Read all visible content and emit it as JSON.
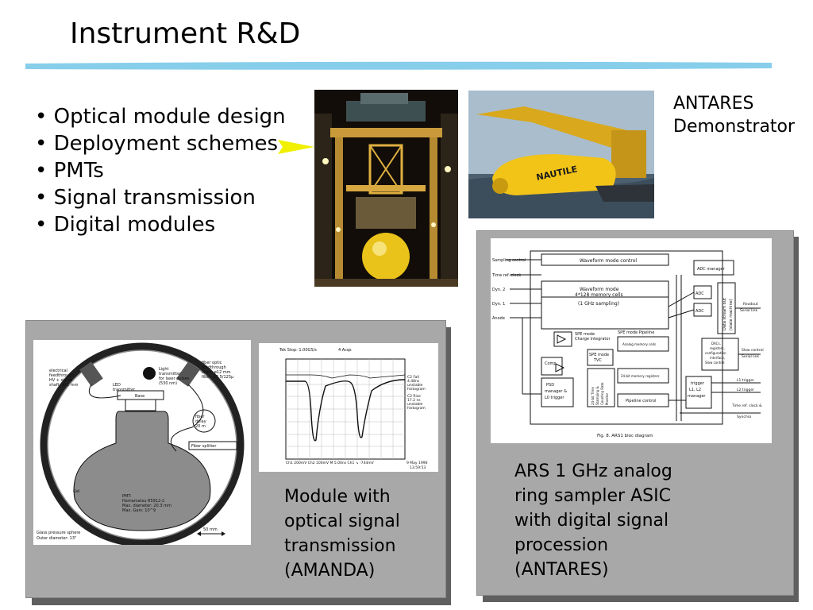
{
  "title": "Instrument R&D",
  "bullets": [
    "Optical module design",
    "Deployment schemes",
    "PMTs",
    "Signal transmission",
    "Digital modules"
  ],
  "demonstrator_label": [
    "ANTARES",
    "Demonstrator"
  ],
  "photos": {
    "submarine_name": "NAUTILE"
  },
  "module_figure": {
    "labels": {
      "feedthrough_left": [
        "electrical",
        "feedthrough",
        "HV + signal",
        "shaft: ø12 mm"
      ],
      "light_transmitter": [
        "Light",
        "transmitter",
        "for laser pulses",
        "(530 nm)"
      ],
      "feedthrough_right": [
        "fiber optic",
        "feedthrough",
        "shaft: ø12 mm",
        "fiber: 62.5/125µ"
      ],
      "led": [
        "LED",
        "transmitter"
      ],
      "base": "Base",
      "fiber_delay": [
        "fiber",
        "delay",
        "20 m"
      ],
      "fiber_splitter": "Fiber splitter",
      "pmt": [
        "PMT:",
        "Hamamatsu R5912-2",
        "Max. diameter: 20.3 mm",
        "Max. Gain: 10^9"
      ],
      "gel": "Gel",
      "scale": "50 mm",
      "sphere": [
        "Glass pressure sphere",
        "Outer diameter: 13\""
      ]
    }
  },
  "scope_figure": {
    "header": "Tek Stop: 1.00GS/s",
    "acqs": "4 Acqs",
    "right_labels": [
      "C2 Fall",
      "4.48ns",
      "unstable",
      "histogram",
      "C2 Rise",
      "17.2 ns",
      "unstable",
      "histogram"
    ],
    "footer": "Ch1  200mV  Ch2  100mV  M 5.00ns  Ch1  ↘  -744mV",
    "date": [
      "9 May 1996",
      "13:59:53"
    ]
  },
  "ars_figure": {
    "inputs": [
      "Sampling control",
      "Time ref. clock",
      "Dyn. 2",
      "Dyn. 1",
      "Anode"
    ],
    "blocks": {
      "waveform_control": "Waveform mode control",
      "waveform_mode": [
        "Waveform mode",
        "4*128 memory cells",
        "(1 GHz sampling)"
      ],
      "adc_manager": "ADC manager",
      "adc": "ADC",
      "data_stream": [
        "Data stream out",
        "(state machine)"
      ],
      "spe_integrator": [
        "SPE mode",
        "Charge integrator"
      ],
      "spe_pipeline": "SPE mode Pipeline",
      "analog_cells": "Analog memory cells",
      "spe_tvc": [
        "SPE mode",
        "TVC"
      ],
      "memory_registers": "24-bit memory registers",
      "comp": "Comp",
      "psd": [
        "PSD",
        "manager &",
        "L0 trigger"
      ],
      "stamping": [
        "24-bit Time",
        "Stamping &",
        "Counting Rate",
        "Monitor"
      ],
      "pipeline_control": "Pipeline control",
      "dacs": [
        "DACs,",
        "registers,",
        "configuration",
        "interface,",
        "Slow control"
      ],
      "trigger_manager": [
        "trigger",
        "L1, L2",
        "manager"
      ]
    },
    "outputs": [
      "Readout",
      "Serial link",
      "Slow control",
      "Serial link",
      "L1 trigger",
      "L2 trigger",
      "Time ref. clock &",
      "Synchro"
    ],
    "caption": "Fig. 8. ARS1 bloc diagram"
  },
  "captions": {
    "amanda": [
      "Module with",
      "optical signal",
      "transmission",
      "(AMANDA)"
    ],
    "ars": [
      "ARS 1 GHz analog",
      "ring sampler ASIC",
      "with digital signal",
      "procession",
      "(ANTARES)"
    ]
  },
  "colors": {
    "title_bar": "#87ceeb",
    "arrow": "#f0f000",
    "panel": "#a8a8a8",
    "panel_shadow": "#5f5f5f",
    "submarine": "#f2c418"
  }
}
